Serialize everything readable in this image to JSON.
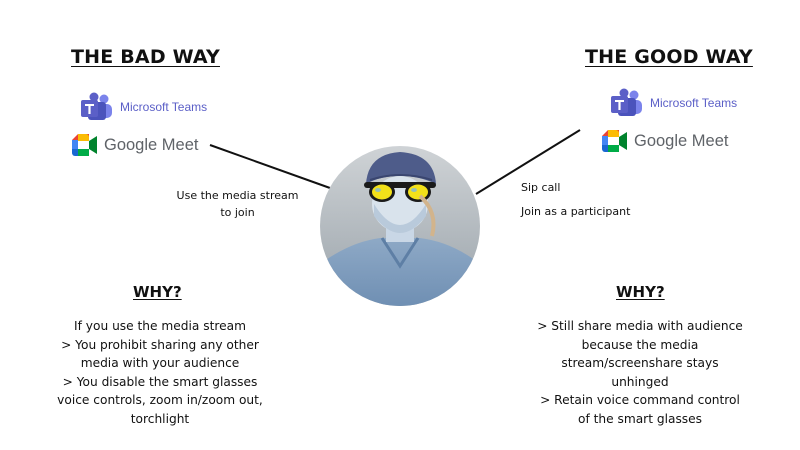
{
  "left": {
    "heading": "THE BAD WAY",
    "teams_label": "Microsoft Teams",
    "meet_label": "Google Meet",
    "caption_line1": "Use the media stream",
    "caption_line2": "to join",
    "why_heading": "WHY?",
    "why_lines": [
      "If you use the media stream",
      "> You prohibit sharing any other",
      "media with your audience",
      "> You disable the smart glasses",
      "voice controls, zoom in/zoom out,",
      "torchlight"
    ]
  },
  "right": {
    "heading": "THE GOOD WAY",
    "teams_label": "Microsoft Teams",
    "meet_label": "Google Meet",
    "caption_line1": "Sip call",
    "caption_line2": "Join as a participant",
    "why_heading": "WHY?",
    "why_lines": [
      "> Still share media with audience",
      "because the media",
      "stream/screenshare stays",
      "unhinged",
      "> Retain voice command control",
      "of the smart glasses"
    ]
  },
  "colors": {
    "teams_purple": "#5b5fc7",
    "meet_green": "#00ac47",
    "meet_blue": "#4285f4",
    "meet_red": "#ea4335",
    "meet_yellow": "#fbbc04",
    "text": "#111111",
    "line": "#111111"
  },
  "icons": [
    "microsoft-teams-logo-icon",
    "google-meet-logo-icon"
  ]
}
